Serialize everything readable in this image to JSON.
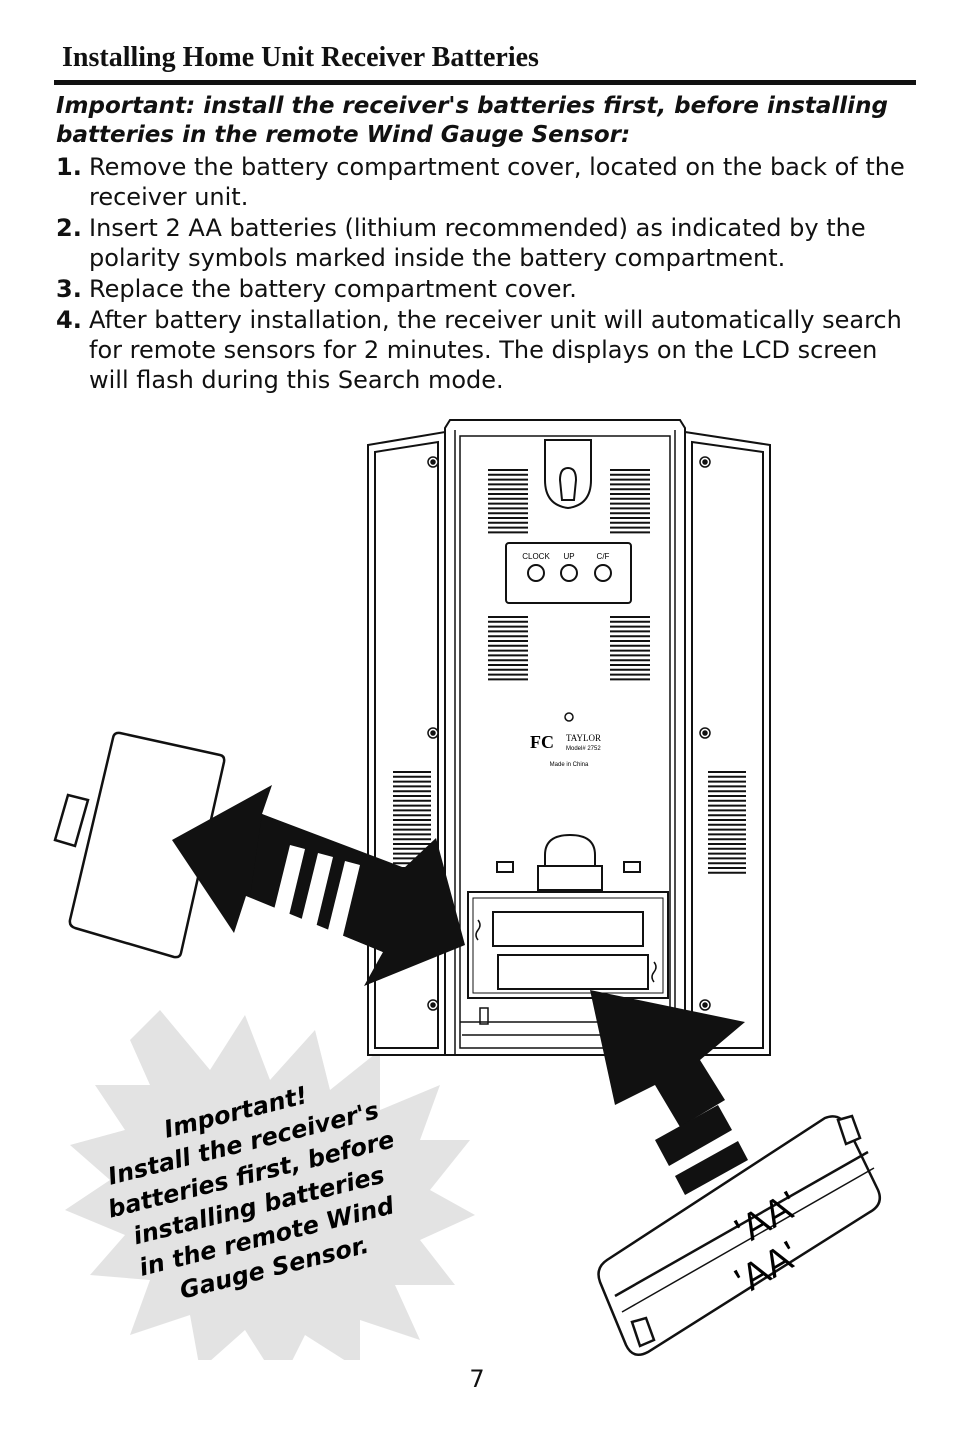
{
  "title": "Installing Home Unit Receiver Batteries",
  "important_note": "Important: install the receiver's batteries first, before installing batteries in the remote Wind Gauge Sensor:",
  "steps": [
    {
      "number": "1.",
      "text": "Remove the battery compartment cover, located on the back of the receiver unit."
    },
    {
      "number": "2.",
      "text": "Insert 2 AA batteries (lithium recommended) as indicated by the polarity symbols marked inside the battery compartment."
    },
    {
      "number": "3.",
      "text": "Replace the battery compartment cover."
    },
    {
      "number": "4.",
      "text": "After battery installation, the receiver unit will automatically search for remote sensors for 2 minutes. The displays on the LCD screen will flash during this Search mode."
    }
  ],
  "illustration": {
    "buttons": [
      "CLOCK",
      "UP",
      "C/F"
    ],
    "brand": "TAYLOR",
    "fcc": "FC",
    "model": "Model# 2752",
    "made_in": "Made in China",
    "battery_labels": [
      "'AA'",
      "'AA'"
    ],
    "callout_lines": [
      "Important!",
      "Install the receiver's",
      "batteries first, before",
      "installing batteries",
      "in the remote Wind",
      "Gauge Sensor."
    ]
  },
  "page_number": "7"
}
